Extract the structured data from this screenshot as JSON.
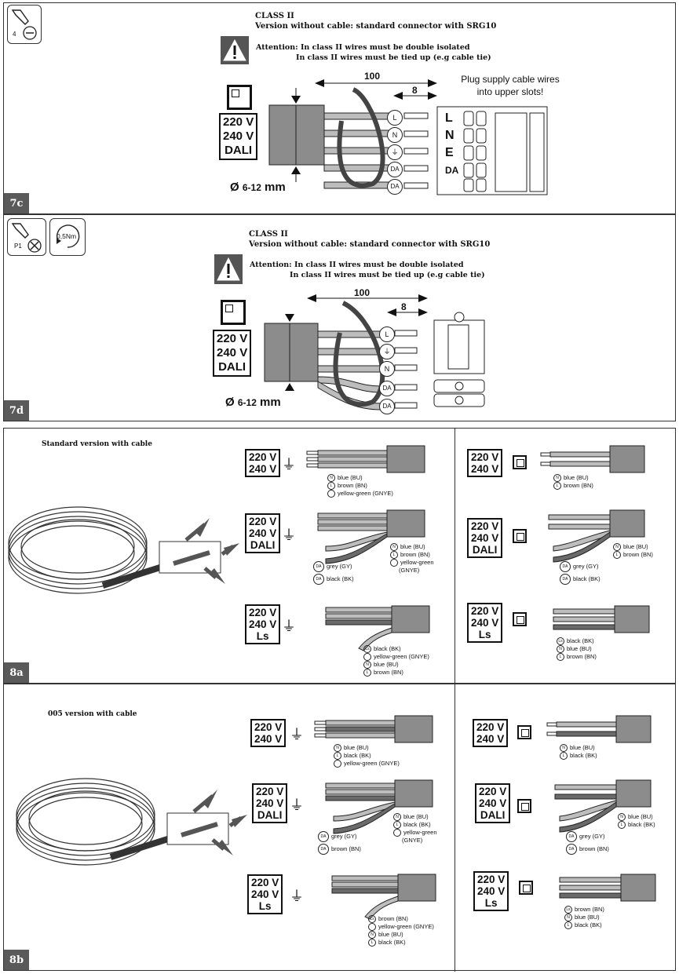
{
  "sec7c": {
    "tag": "7c",
    "tool_num": "4",
    "title": "CLASS II",
    "subtitle": "Version without cable: standard connector with SRG10",
    "warn1": "Attention: In class II wires must be double isolated",
    "warn2": "In class II wires must be tied up (e.g cable tie)",
    "dim_long": "100",
    "dim_short": "8",
    "voltage": [
      "220 V",
      "240 V",
      "DALI"
    ],
    "diameter_sym": "Ø",
    "diameter": "6-12",
    "diameter_unit": "mm",
    "wires": [
      "L",
      "N",
      "⏚",
      "DA",
      "DA"
    ],
    "note": [
      "Plug supply cable wires",
      "into upper slots!"
    ],
    "terminal_letters": [
      "L",
      "N",
      "E",
      "DA"
    ]
  },
  "sec7d": {
    "tag": "7d",
    "tool_num": "P1",
    "torque": "0,5Nm",
    "title": "CLASS II",
    "subtitle": "Version without cable: standard connector with SRG10",
    "warn1": "Attention: In class II wires must be double isolated",
    "warn2": "In class II wires must be tied up (e.g cable tie)",
    "dim_long": "100",
    "dim_short": "8",
    "voltage": [
      "220 V",
      "240 V",
      "DALI"
    ],
    "diameter_sym": "Ø",
    "diameter": "6-12",
    "diameter_unit": "mm",
    "wires": [
      "L",
      "⏚",
      "N",
      "DA",
      "DA"
    ]
  },
  "sec8a": {
    "tag": "8a",
    "heading": "Standard version with cable",
    "v1": [
      "220 V",
      "240 V"
    ],
    "v2": [
      "220 V",
      "240 V",
      "DALI"
    ],
    "v3": [
      "220 V",
      "240 V",
      "Ls"
    ],
    "l1": [
      [
        "N",
        "blue (BU)"
      ],
      [
        "L",
        "brown (BN)"
      ],
      [
        "",
        "yellow-green (GNYE)"
      ]
    ],
    "l2": [
      [
        "N",
        "blue (BU)"
      ],
      [
        "L",
        "brown (BN)"
      ],
      [
        "",
        "yellow-green"
      ],
      [
        "",
        "(GNYE)"
      ]
    ],
    "l2b": [
      [
        "DA",
        "grey (GY)"
      ],
      [
        "DA",
        "black (BK)"
      ]
    ],
    "l3": [
      [
        "Ls",
        "black (BK)"
      ],
      [
        "",
        "yellow-green (GNYE)"
      ],
      [
        "N",
        "blue (BU)"
      ],
      [
        "L",
        "brown (BN)"
      ]
    ],
    "r1": [
      [
        "N",
        "blue (BU)"
      ],
      [
        "L",
        "brown (BN)"
      ]
    ],
    "r2": [
      [
        "N",
        "blue (BU)"
      ],
      [
        "L",
        "brown (BN)"
      ]
    ],
    "r2b": [
      [
        "DA",
        "grey (GY)"
      ],
      [
        "DA",
        "black (BK)"
      ]
    ],
    "r3": [
      [
        "Ls",
        "black (BK)"
      ],
      [
        "N",
        "blue (BU)"
      ],
      [
        "L",
        "brown (BN)"
      ]
    ]
  },
  "sec8b": {
    "tag": "8b",
    "heading": "005 version with cable",
    "v1": [
      "220 V",
      "240 V"
    ],
    "v2": [
      "220 V",
      "240 V",
      "DALI"
    ],
    "v3": [
      "220 V",
      "240 V",
      "Ls"
    ],
    "l1": [
      [
        "N",
        "blue (BU)"
      ],
      [
        "L",
        "black (BK)"
      ],
      [
        "",
        "yellow-green (GNYE)"
      ]
    ],
    "l2": [
      [
        "N",
        "blue (BU)"
      ],
      [
        "L",
        "black (BK)"
      ],
      [
        "",
        "yellow-green"
      ],
      [
        "",
        "(GNYE)"
      ]
    ],
    "l2b": [
      [
        "DA",
        "grey (GY)"
      ],
      [
        "DA",
        "brown (BN)"
      ]
    ],
    "l3": [
      [
        "Ls",
        "brown (BN)"
      ],
      [
        "",
        "yellow-green (GNYE)"
      ],
      [
        "N",
        "blue (BU)"
      ],
      [
        "L",
        "black (BK)"
      ]
    ],
    "r1": [
      [
        "N",
        "blue (BU)"
      ],
      [
        "L",
        "black (BK)"
      ]
    ],
    "r2": [
      [
        "N",
        "blue (BU)"
      ],
      [
        "L",
        "black (BK)"
      ]
    ],
    "r2b": [
      [
        "DA",
        "grey (GY)"
      ],
      [
        "DA",
        "brown (BN)"
      ]
    ],
    "r3": [
      [
        "Ls",
        "brown (BN)"
      ],
      [
        "N",
        "blue (BU)"
      ],
      [
        "L",
        "black (BK)"
      ]
    ]
  },
  "colors": {
    "tag_bg": "#5a5a5a",
    "cable": "#8c8c8c",
    "wire": "#bdbdbd",
    "dark_wire": "#6a6a6a"
  }
}
